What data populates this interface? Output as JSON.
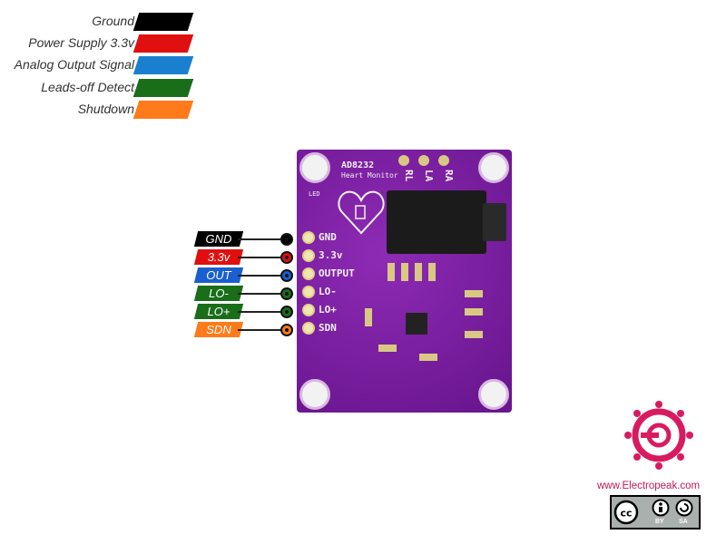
{
  "legend": [
    {
      "label": "Ground",
      "color": "#000000"
    },
    {
      "label": "Power Supply 3.3v",
      "color": "#e01010"
    },
    {
      "label": "Analog Output Signal",
      "color": "#1a7fcf"
    },
    {
      "label": "Leads-off Detect",
      "color": "#1a6e1a"
    },
    {
      "label": "Shutdown",
      "color": "#ff7a1a"
    }
  ],
  "pins": [
    {
      "tag": "GND",
      "silk": "GND",
      "color": "#000000"
    },
    {
      "tag": "3.3v",
      "silk": "3.3v",
      "color": "#e01010"
    },
    {
      "tag": "OUT",
      "silk": "OUTPUT",
      "color": "#1a5fcf"
    },
    {
      "tag": "LO-",
      "silk": "LO-",
      "color": "#1a6e1a"
    },
    {
      "tag": "LO+",
      "silk": "LO+",
      "color": "#1a6e1a"
    },
    {
      "tag": "SDN",
      "silk": "SDN",
      "color": "#ff7a1a"
    }
  ],
  "board": {
    "chip_name": "AD8232",
    "subtitle": "Heart Monitor",
    "led_label": "LED",
    "electrodes": [
      "RL",
      "LA",
      "RA"
    ]
  },
  "branding": {
    "site": "www.Electropeak.com",
    "license_icons": [
      "cc-icon",
      "by-icon",
      "sa-icon"
    ],
    "license_by": "BY",
    "license_sa": "SA"
  }
}
